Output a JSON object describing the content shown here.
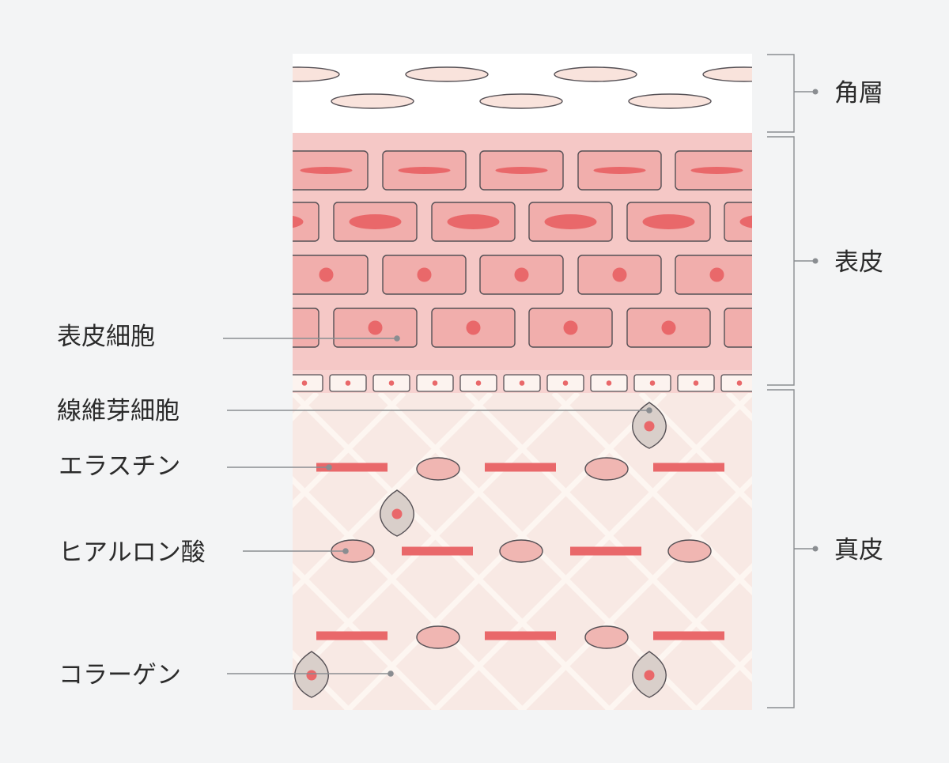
{
  "layers": {
    "stratum_corneum": "角層",
    "epidermis": "表皮",
    "dermis": "真皮"
  },
  "components": {
    "epidermal_cell": "表皮細胞",
    "fibroblast": "線維芽細胞",
    "elastin": "エラスチン",
    "hyaluronic_acid": "ヒアルロン酸",
    "collagen": "コラーゲン"
  },
  "colors": {
    "background": "#f3f4f5",
    "corneum_bg": "#ffffff",
    "epidermis_bg": "#f5c8c6",
    "cell_fill": "#f1aeac",
    "nucleus": "#e9686a",
    "dermis_bg": "#f8e9e4",
    "elastin": "#e9686a",
    "hyaluronic": "#f0b6b2",
    "fibroblast": "#d9cfca",
    "outline": "#555055",
    "leader": "#8a8d91"
  }
}
